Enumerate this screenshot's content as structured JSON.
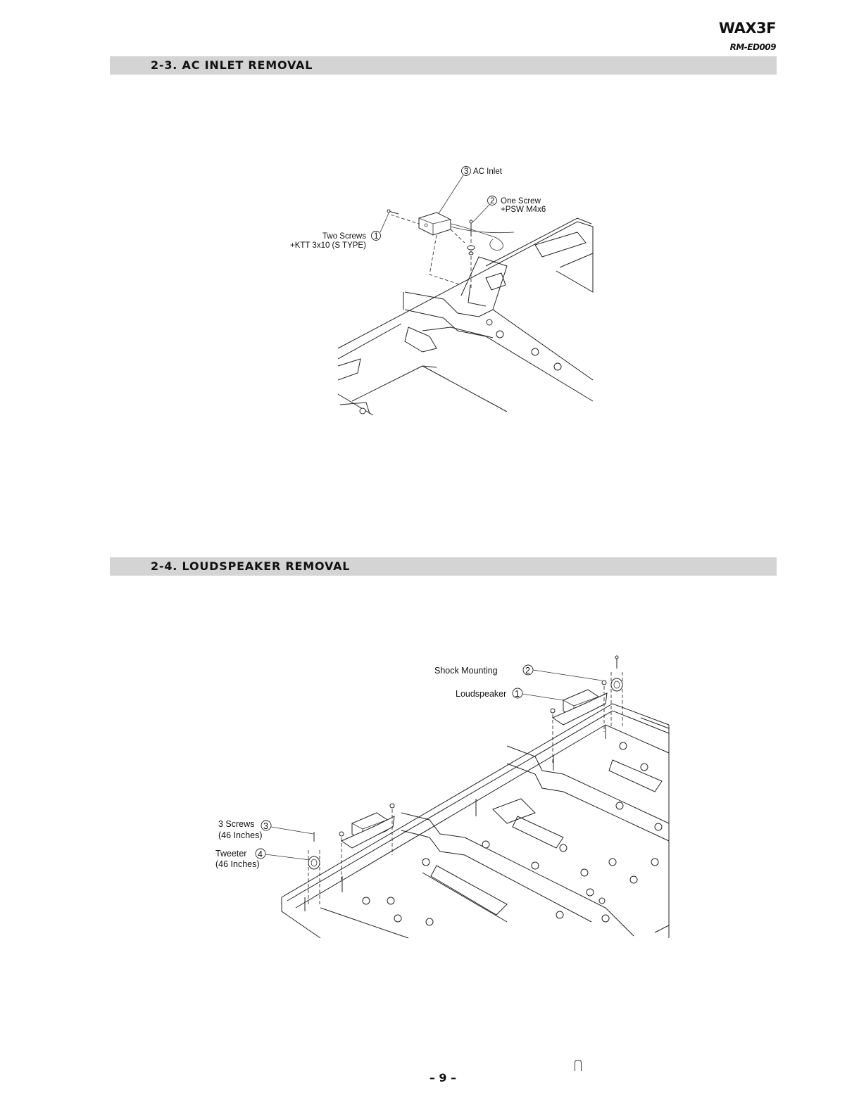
{
  "header": {
    "model": "WAX3F",
    "doc_number": "RM-ED009"
  },
  "sections": [
    {
      "heading": "2-3. AC INLET REMOVAL",
      "callouts": [
        {
          "number": "3",
          "text": "AC Inlet"
        },
        {
          "number": "2",
          "text": "One Screw",
          "subtext": "+PSW M4x6"
        },
        {
          "number": "1",
          "text": "Two Screws",
          "subtext": "+KTT 3x10 (S TYPE)"
        }
      ]
    },
    {
      "heading": "2-4. LOUDSPEAKER  REMOVAL",
      "callouts": [
        {
          "number": "2",
          "text": "Shock Mounting"
        },
        {
          "number": "1",
          "text": "Loudspeaker"
        },
        {
          "number": "3",
          "text": "3 Screws",
          "subtext": "(46 Inches)"
        },
        {
          "number": "4",
          "text": "Tweeter",
          "subtext": "(46 Inches)"
        }
      ]
    }
  ],
  "footer": {
    "page_number": "– 9 –"
  }
}
